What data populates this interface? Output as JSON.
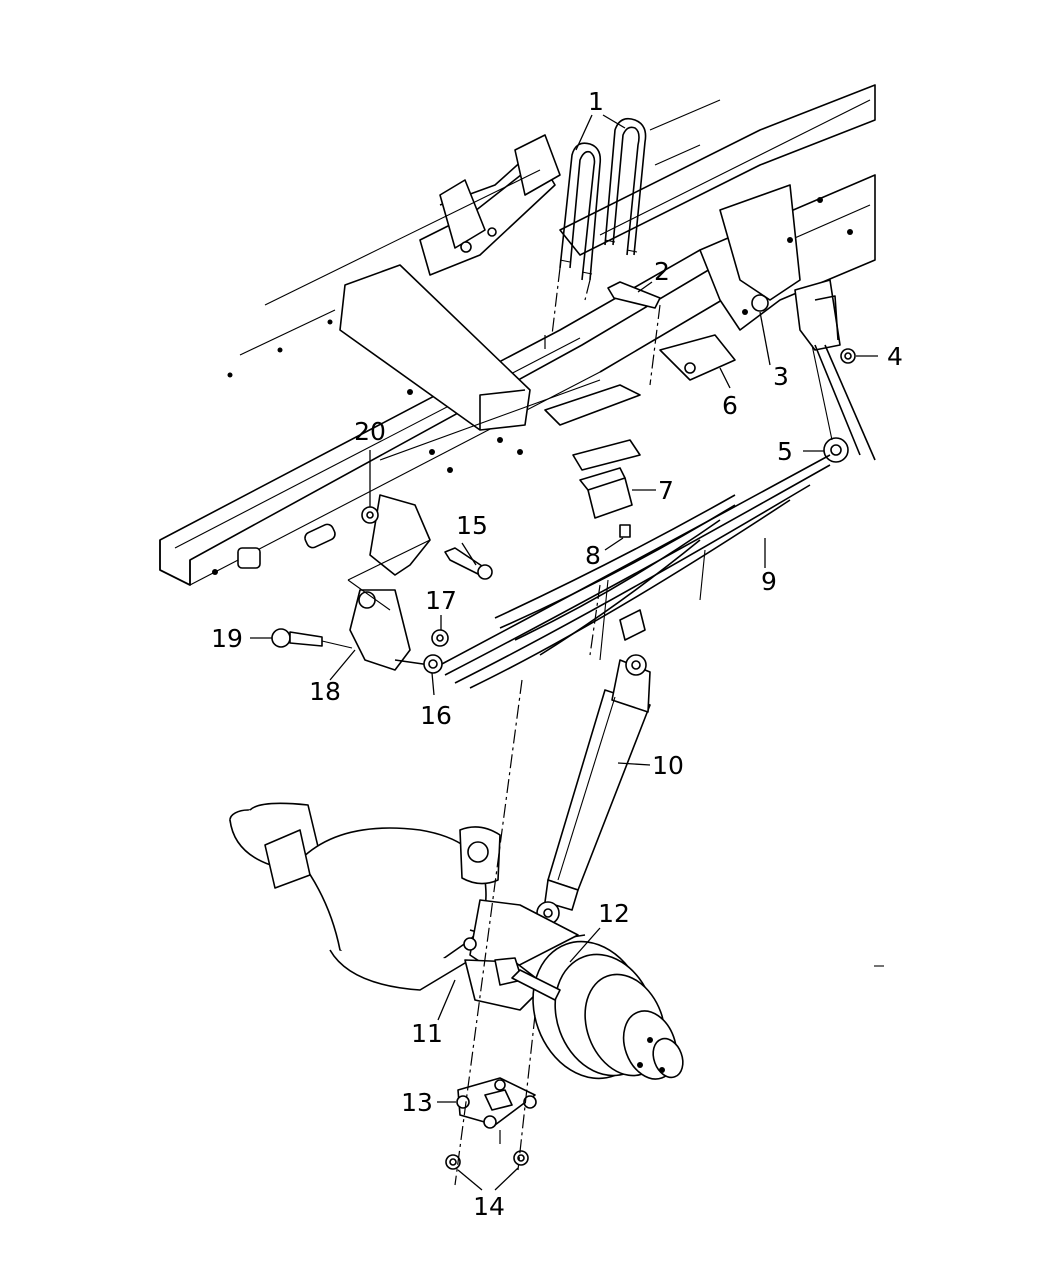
{
  "diagram": {
    "callouts": [
      {
        "id": "1",
        "label": "1"
      },
      {
        "id": "2",
        "label": "2"
      },
      {
        "id": "3",
        "label": "3"
      },
      {
        "id": "4",
        "label": "4"
      },
      {
        "id": "5",
        "label": "5"
      },
      {
        "id": "6",
        "label": "6"
      },
      {
        "id": "7",
        "label": "7"
      },
      {
        "id": "8",
        "label": "8"
      },
      {
        "id": "9",
        "label": "9"
      },
      {
        "id": "10",
        "label": "10"
      },
      {
        "id": "11",
        "label": "11"
      },
      {
        "id": "12",
        "label": "12"
      },
      {
        "id": "13",
        "label": "13"
      },
      {
        "id": "14",
        "label": "14"
      },
      {
        "id": "15",
        "label": "15"
      },
      {
        "id": "16",
        "label": "16"
      },
      {
        "id": "17",
        "label": "17"
      },
      {
        "id": "18",
        "label": "18"
      },
      {
        "id": "19",
        "label": "19"
      },
      {
        "id": "20",
        "label": "20"
      }
    ],
    "colors": {
      "ink": "#000000",
      "background": "#ffffff"
    }
  }
}
